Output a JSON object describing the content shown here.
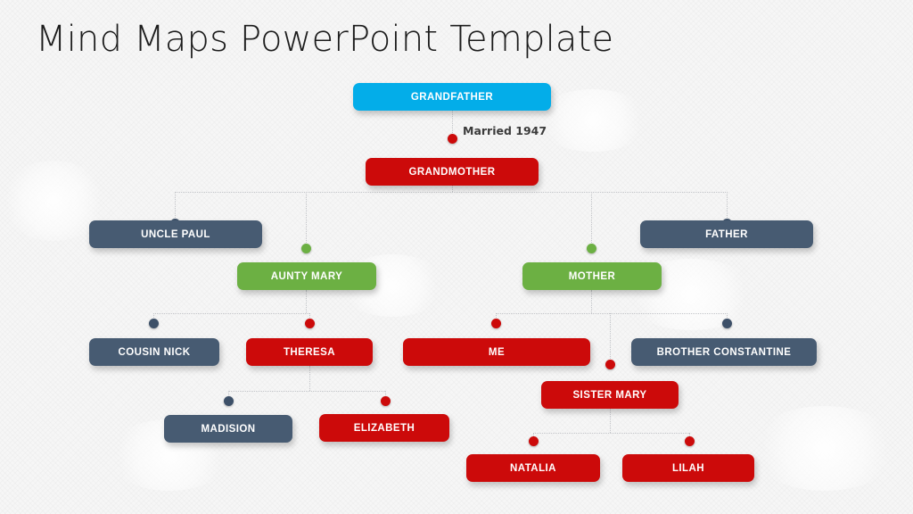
{
  "page": {
    "title": "Mind Maps PowerPoint Template",
    "background_color": "#f6f6f6"
  },
  "palette": {
    "cyan": "#03ade9",
    "red": "#cc0a0a",
    "slate": "#475b72",
    "green": "#6cb043",
    "connector": "#c2c4c8",
    "text_on_node": "#ffffff",
    "title_text": "#1c1c1c",
    "edge_label_text": "#3b3b3b"
  },
  "chart_data": {
    "type": "diagram",
    "diagram_kind": "family-tree-mind-map",
    "title": "Mind Maps PowerPoint Template",
    "levels": [
      {
        "level": 1,
        "nodes": [
          "GRANDFATHER"
        ]
      },
      {
        "level": 2,
        "nodes": [
          "GRANDMOTHER"
        ]
      },
      {
        "level": 3,
        "nodes": [
          "UNCLE PAUL",
          "AUNTY MARY",
          "MOTHER",
          "FATHER"
        ]
      },
      {
        "level": 4,
        "nodes": [
          "COUSIN NICK",
          "THERESA",
          "ME",
          "BROTHER CONSTANTINE"
        ]
      },
      {
        "level": 5,
        "nodes": [
          "MADISION",
          "ELIZABETH",
          "SISTER MARY"
        ]
      },
      {
        "level": 6,
        "nodes": [
          "NATALIA",
          "LILAH"
        ]
      }
    ],
    "edge_labels": [
      "Married 1947"
    ]
  },
  "nodes": {
    "grandfather": {
      "label": "GRANDFATHER"
    },
    "grandmother": {
      "label": "GRANDMOTHER"
    },
    "uncle_paul": {
      "label": "UNCLE PAUL"
    },
    "aunty_mary": {
      "label": "AUNTY MARY"
    },
    "mother": {
      "label": "MOTHER"
    },
    "father": {
      "label": "FATHER"
    },
    "cousin_nick": {
      "label": "COUSIN NICK"
    },
    "theresa": {
      "label": "THERESA"
    },
    "me": {
      "label": "ME"
    },
    "brother_constantine": {
      "label": "BROTHER CONSTANTINE"
    },
    "madision": {
      "label": "MADISION"
    },
    "elizabeth": {
      "label": "ELIZABETH"
    },
    "sister_mary": {
      "label": "SISTER MARY"
    },
    "natalia": {
      "label": "NATALIA"
    },
    "lilah": {
      "label": "LILAH"
    }
  },
  "edges": {
    "married_label": "Married 1947"
  }
}
